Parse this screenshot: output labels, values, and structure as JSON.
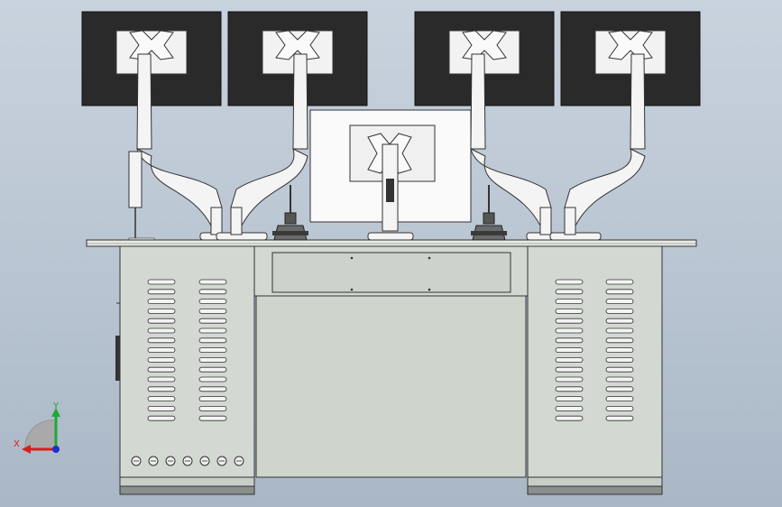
{
  "axes_triad": {
    "x_label": "X",
    "y_label": "Y",
    "x_color": "#d81e1e",
    "y_color": "#1fa83a",
    "z_color": "#1c2fd0"
  },
  "colors": {
    "background": "#c0ccd8",
    "cabinet": "#d3d8d2",
    "cabinet_edge": "#3a3a3a",
    "screen": "#2a2a2a",
    "vesa_plate": "#f2f2f2",
    "arm": "#f4f4f4",
    "base_strip": "#8a8f8c"
  },
  "components": {
    "upper_monitor_count": 4,
    "center_monitor_count": 1,
    "joystick_count": 2,
    "cabinet_vent_columns": 4,
    "vent_slots_per_column": 15,
    "front_panel_knob_count": 7
  }
}
